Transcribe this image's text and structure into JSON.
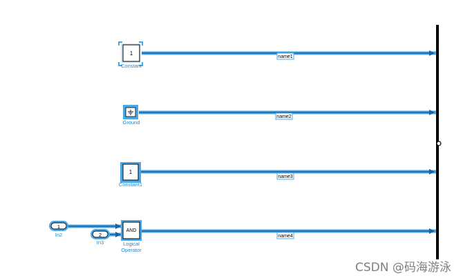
{
  "diagram": {
    "blocks": {
      "constant": {
        "value": "1",
        "label": "Constant"
      },
      "ground": {
        "label": "Ground"
      },
      "constant1": {
        "value": "1",
        "label": "Constant1"
      },
      "in2": {
        "value": "1",
        "label": "In2"
      },
      "in3": {
        "value": "2",
        "label": "In3"
      },
      "logical_operator": {
        "value": "AND",
        "label_line1": "Logical",
        "label_line2": "Operator"
      }
    },
    "signals": {
      "name1": "name1",
      "name2": "name2",
      "name3": "name3",
      "name4": "name4"
    }
  },
  "watermark": "CSDN @码海游泳",
  "colors": {
    "highlight": "#4aa8e8",
    "line": "#1f5f9c",
    "label": "#1a8ad6",
    "bus": "#000000"
  }
}
